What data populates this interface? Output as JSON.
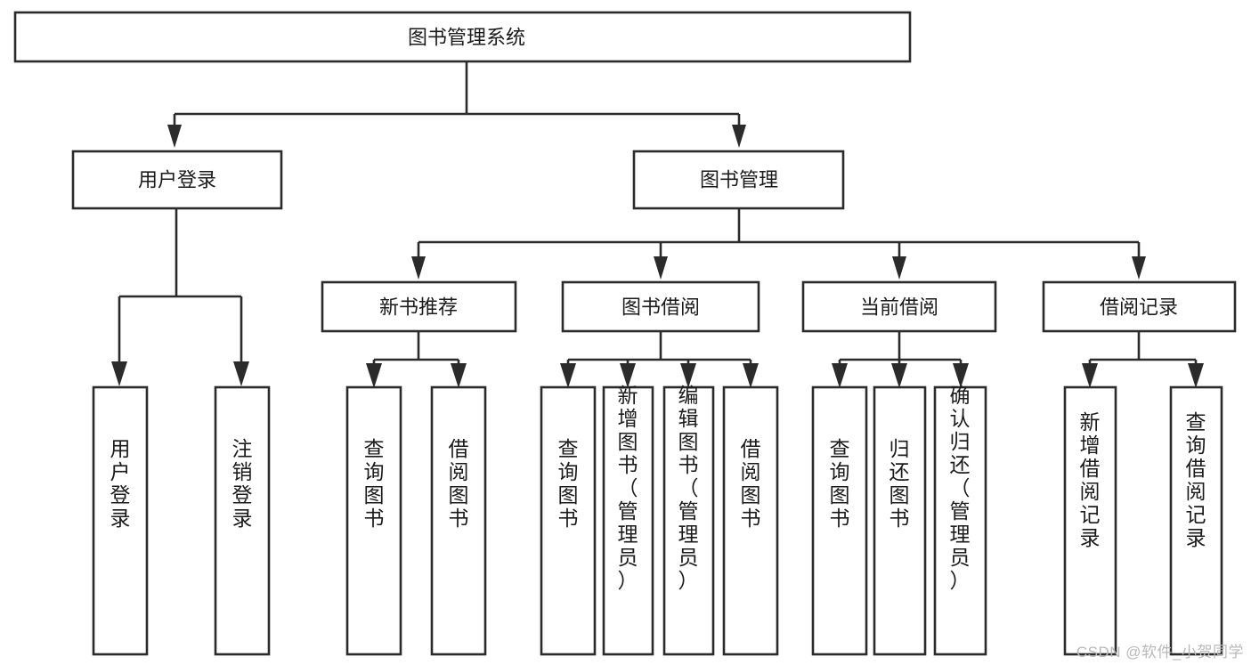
{
  "diagram": {
    "title": "图书管理系统",
    "type": "hierarchy-tree",
    "watermark": "CSDN @软件_小贺同学",
    "root": {
      "id": "root",
      "label": "图书管理系统",
      "orientation": "horizontal"
    },
    "level2": [
      {
        "id": "user-login",
        "label": "用户登录",
        "orientation": "horizontal"
      },
      {
        "id": "book-management",
        "label": "图书管理",
        "orientation": "horizontal"
      }
    ],
    "level3": [
      {
        "id": "new-book-recommend",
        "label": "新书推荐",
        "orientation": "horizontal",
        "parent": "book-management"
      },
      {
        "id": "book-borrow",
        "label": "图书借阅",
        "orientation": "horizontal",
        "parent": "book-management"
      },
      {
        "id": "current-borrow",
        "label": "当前借阅",
        "orientation": "horizontal",
        "parent": "book-management"
      },
      {
        "id": "borrow-record",
        "label": "借阅记录",
        "orientation": "horizontal",
        "parent": "book-management"
      }
    ],
    "leaves": [
      {
        "id": "leaf-user-login",
        "label": "用户登录",
        "parent": "user-login",
        "orientation": "vertical"
      },
      {
        "id": "leaf-logout-login",
        "label": "注销登录",
        "parent": "user-login",
        "orientation": "vertical"
      },
      {
        "id": "leaf-query-book-1",
        "label": "查询图书",
        "parent": "new-book-recommend",
        "orientation": "vertical"
      },
      {
        "id": "leaf-borrow-book-1",
        "label": "借阅图书",
        "parent": "new-book-recommend",
        "orientation": "vertical"
      },
      {
        "id": "leaf-query-book-2",
        "label": "查询图书",
        "parent": "book-borrow",
        "orientation": "vertical"
      },
      {
        "id": "leaf-add-book",
        "label": "新增图书（管理员）",
        "parent": "book-borrow",
        "orientation": "vertical"
      },
      {
        "id": "leaf-edit-book",
        "label": "编辑图书（管理员）",
        "parent": "book-borrow",
        "orientation": "vertical"
      },
      {
        "id": "leaf-borrow-book-2",
        "label": "借阅图书",
        "parent": "book-borrow",
        "orientation": "vertical"
      },
      {
        "id": "leaf-query-book-3",
        "label": "查询图书",
        "parent": "current-borrow",
        "orientation": "vertical"
      },
      {
        "id": "leaf-return-book",
        "label": "归还图书",
        "parent": "current-borrow",
        "orientation": "vertical"
      },
      {
        "id": "leaf-confirm-return",
        "label": "确认归还（管理员）",
        "parent": "current-borrow",
        "orientation": "vertical"
      },
      {
        "id": "leaf-add-record",
        "label": "新增借阅记录",
        "parent": "borrow-record",
        "orientation": "vertical"
      },
      {
        "id": "leaf-query-record",
        "label": "查询借阅记录",
        "parent": "borrow-record",
        "orientation": "vertical"
      }
    ],
    "colors": {
      "stroke": "#2b2b2b",
      "fill": "#ffffff",
      "text": "#1b1b1b",
      "watermark": "#b9b9b9"
    }
  }
}
